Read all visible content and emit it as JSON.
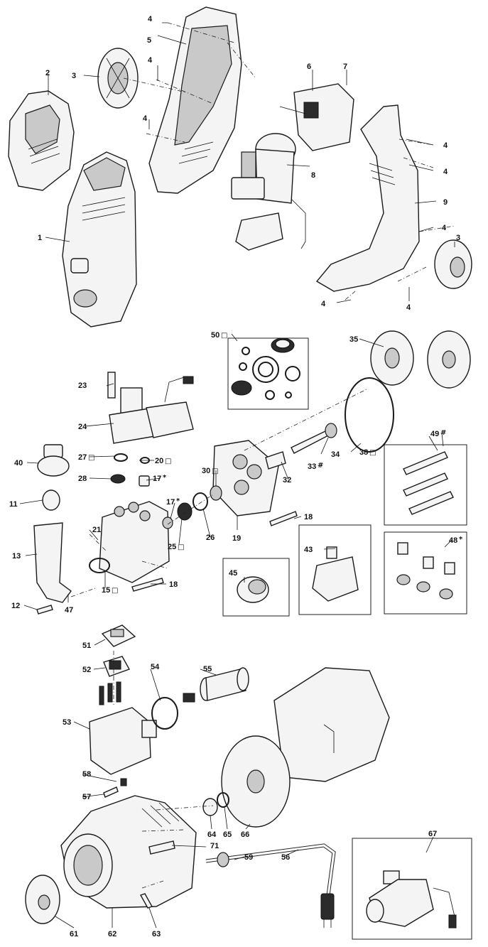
{
  "labels": {
    "p1": "1",
    "p2": "2",
    "p3a": "3",
    "p3b": "3",
    "p4a": "4",
    "p4b": "4",
    "p4c": "4",
    "p4d": "4",
    "p4e": "4",
    "p4f": "4",
    "p4g": "4",
    "p4h": "4",
    "p5": "5",
    "p6": "6",
    "p7": "7",
    "p8": "8",
    "p9": "9",
    "p11": "11",
    "p12": "12",
    "p13": "13",
    "p15": "15",
    "p17a": "17",
    "p17b": "17",
    "p18a": "18",
    "p18b": "18",
    "p19": "19",
    "p20": "20",
    "p21": "21",
    "p23": "23",
    "p24": "24",
    "p25": "25",
    "p26": "26",
    "p27": "27",
    "p28": "28",
    "p30": "30",
    "p32": "32",
    "p33": "33",
    "p34": "34",
    "p35": "35",
    "p38": "38",
    "p40": "40",
    "p43": "43",
    "p45": "45",
    "p47": "47",
    "p48": "48",
    "p49": "49",
    "p50": "50",
    "p51": "51",
    "p52": "52",
    "p53": "53",
    "p54": "54",
    "p55": "55",
    "p56": "56",
    "p57": "57",
    "p58": "58",
    "p59": "59",
    "p61": "61",
    "p62": "62",
    "p63": "63",
    "p64": "64",
    "p65": "65",
    "p66": "66",
    "p67": "67",
    "p71": "71"
  },
  "symbols": {
    "square": "□",
    "star": "*",
    "hash": "#"
  }
}
